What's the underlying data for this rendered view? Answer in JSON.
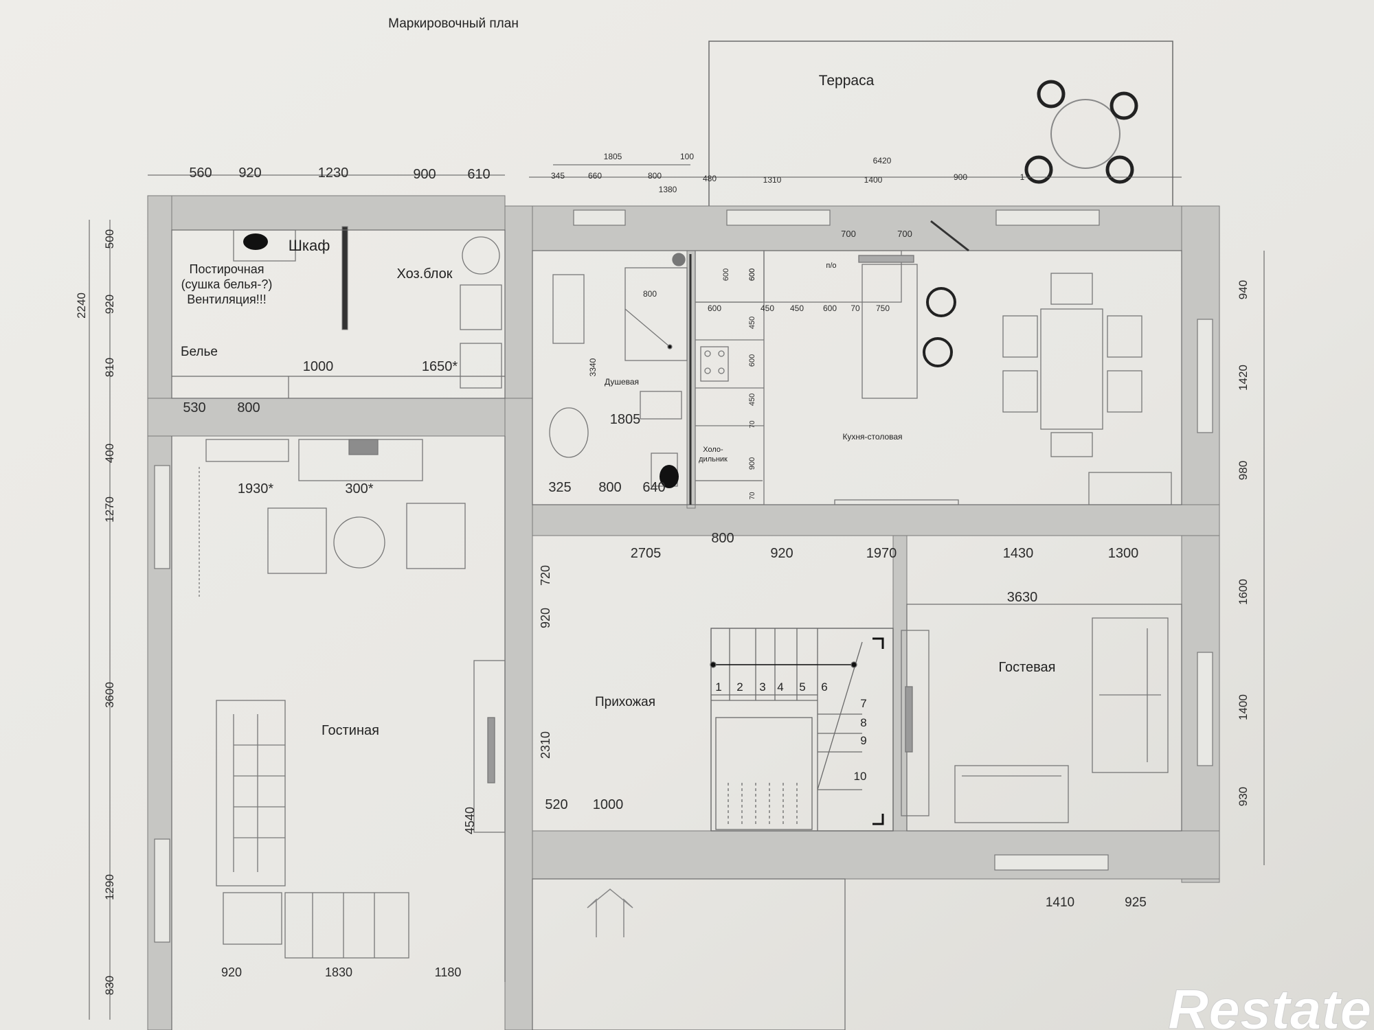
{
  "title": "Маркировочный план",
  "watermark": "Restate",
  "rooms": {
    "terrace": "Терраса",
    "closet": "Шкаф",
    "laundry_1": "Постирочная",
    "laundry_2": "(сушка белья-?)",
    "laundry_3": "Вентиляция!!!",
    "utility": "Хоз.блок",
    "linen": "Белье",
    "shower": "Душевая",
    "fridge_1": "Холо-",
    "fridge_2": "дильник",
    "kitchen": "Кухня-столовая",
    "living": "Гостиная",
    "hall": "Прихожая",
    "guest": "Гостевая",
    "shelf_label": "п/о"
  },
  "dims_top": [
    "560",
    "920",
    "1230",
    "900",
    "610"
  ],
  "dims_top_right_small": [
    "1805",
    "100",
    "6420"
  ],
  "dims_top_right": [
    "345",
    "660",
    "800",
    "1380",
    "480",
    "1310",
    "1400",
    "900",
    "1"
  ],
  "dims_left": [
    "2240",
    "500",
    "920",
    "810",
    "400",
    "1270",
    "3600",
    "1290",
    "830"
  ],
  "dims_right": [
    "940",
    "1420",
    "980",
    "1600",
    "1400",
    "930"
  ],
  "dims_inner": [
    "1000",
    "1650*",
    "530",
    "800",
    "1930*",
    "300*",
    "325",
    "800",
    "640",
    "1805",
    "3340",
    "800",
    "2705",
    "920",
    "1970",
    "1430",
    "1300",
    "3630",
    "720",
    "920",
    "2310",
    "4540",
    "520",
    "1000",
    "920",
    "1830",
    "1180",
    "1410",
    "925",
    "700",
    "700"
  ],
  "dims_kitchen": [
    "600",
    "600",
    "600",
    "450",
    "450",
    "600",
    "70",
    "750",
    "450",
    "600",
    "450",
    "900",
    "600",
    "70",
    "70",
    "800"
  ],
  "stair_steps": [
    "1",
    "2",
    "3",
    "4",
    "5",
    "6",
    "7",
    "8",
    "9",
    "10"
  ],
  "colors": {
    "paper": "#e9e8e4",
    "wall": "#c6c6c3",
    "line": "#5a5a5a",
    "text": "#222222"
  }
}
